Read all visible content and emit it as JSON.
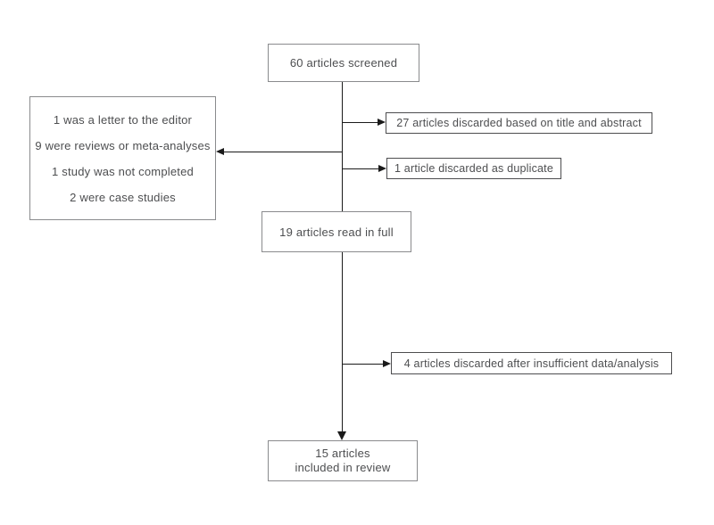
{
  "flow": {
    "screened": {
      "label": "60 articles screened"
    },
    "reasons": {
      "lines": [
        "1 was a letter to the editor",
        "9 were reviews or meta-analyses",
        "1 study was not completed",
        "2 were case studies"
      ]
    },
    "title_abstract": {
      "label": "27 articles discarded based on title and abstract"
    },
    "duplicate": {
      "label": "1 article discarded as duplicate"
    },
    "read_full": {
      "label": "19 articles read in full"
    },
    "insufficient": {
      "label": "4 articles discarded after insufficient data/analysis"
    },
    "included": {
      "label": "15 articles included in review"
    }
  },
  "colors": {
    "background": "#ffffff",
    "box_border_light": "#8a8b8d",
    "box_border_dark": "#4d4d4f",
    "text": "#4d4e50",
    "line": "#1a1a1a"
  }
}
